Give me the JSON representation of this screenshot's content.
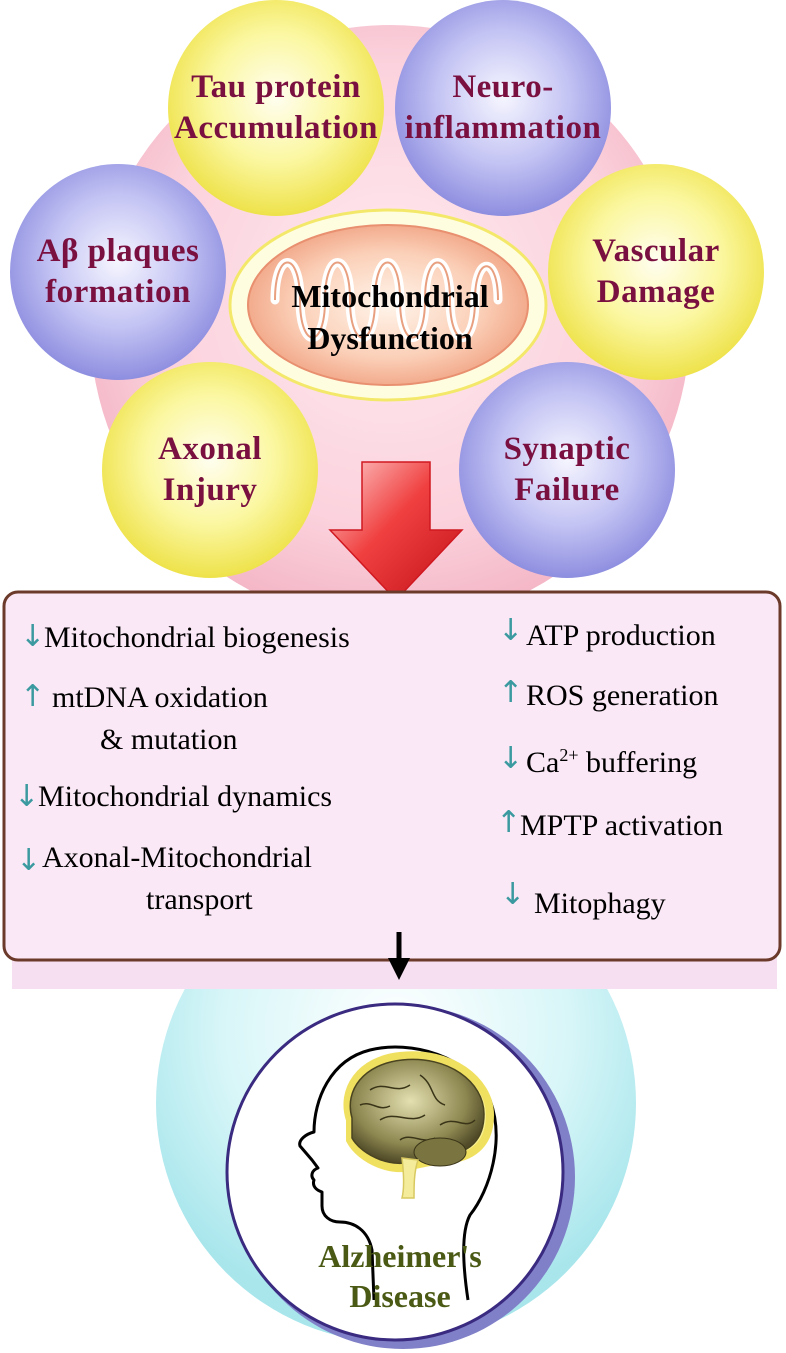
{
  "center": {
    "line1": "Mitochondrial",
    "line2": "Dysfunction"
  },
  "factors": [
    {
      "line1": "Tau protein",
      "line2": "Accumulation"
    },
    {
      "line1": "Neuro-",
      "line2": "inflammation"
    },
    {
      "line1": "Vascular",
      "line2": "Damage"
    },
    {
      "line1": "Synaptic",
      "line2": "Failure"
    },
    {
      "line1": "Axonal",
      "line2": "Injury"
    },
    {
      "line1": "Aβ plaques",
      "line2": "formation"
    }
  ],
  "effects_left": [
    {
      "direction": "down",
      "line1": "Mitochondrial biogenesis"
    },
    {
      "direction": "up",
      "line1": "mtDNA oxidation",
      "line2": "& mutation"
    },
    {
      "direction": "down",
      "line1": "Mitochondrial dynamics"
    },
    {
      "direction": "down",
      "line1": "Axonal-Mitochondrial",
      "line2": "transport"
    }
  ],
  "effects_right": [
    {
      "direction": "down",
      "text": "ATP production"
    },
    {
      "direction": "up",
      "text": "ROS generation"
    },
    {
      "direction": "down",
      "text_before": "Ca",
      "superscript": "2+",
      "text_after": " buffering"
    },
    {
      "direction": "up",
      "text": "MPTP activation"
    },
    {
      "direction": "down",
      "text": "Mitophagy"
    }
  ],
  "outcome": {
    "line1": "Alzheimer's",
    "line2": "Disease"
  },
  "colors": {
    "pink_backdrop": "#f9c9d6",
    "yellow_bubble": "#f7f06a",
    "blue_bubble": "#9f9fe8",
    "red_arrow": "#e8202a",
    "box_fill": "#fbe8f6",
    "box_border": "#6b3a2a",
    "cyan_sphere": "#c8f0f4",
    "factor_text": "#7a1040",
    "arrow_icon": "#3a9aa0",
    "outcome_text": "#4a5a14"
  }
}
